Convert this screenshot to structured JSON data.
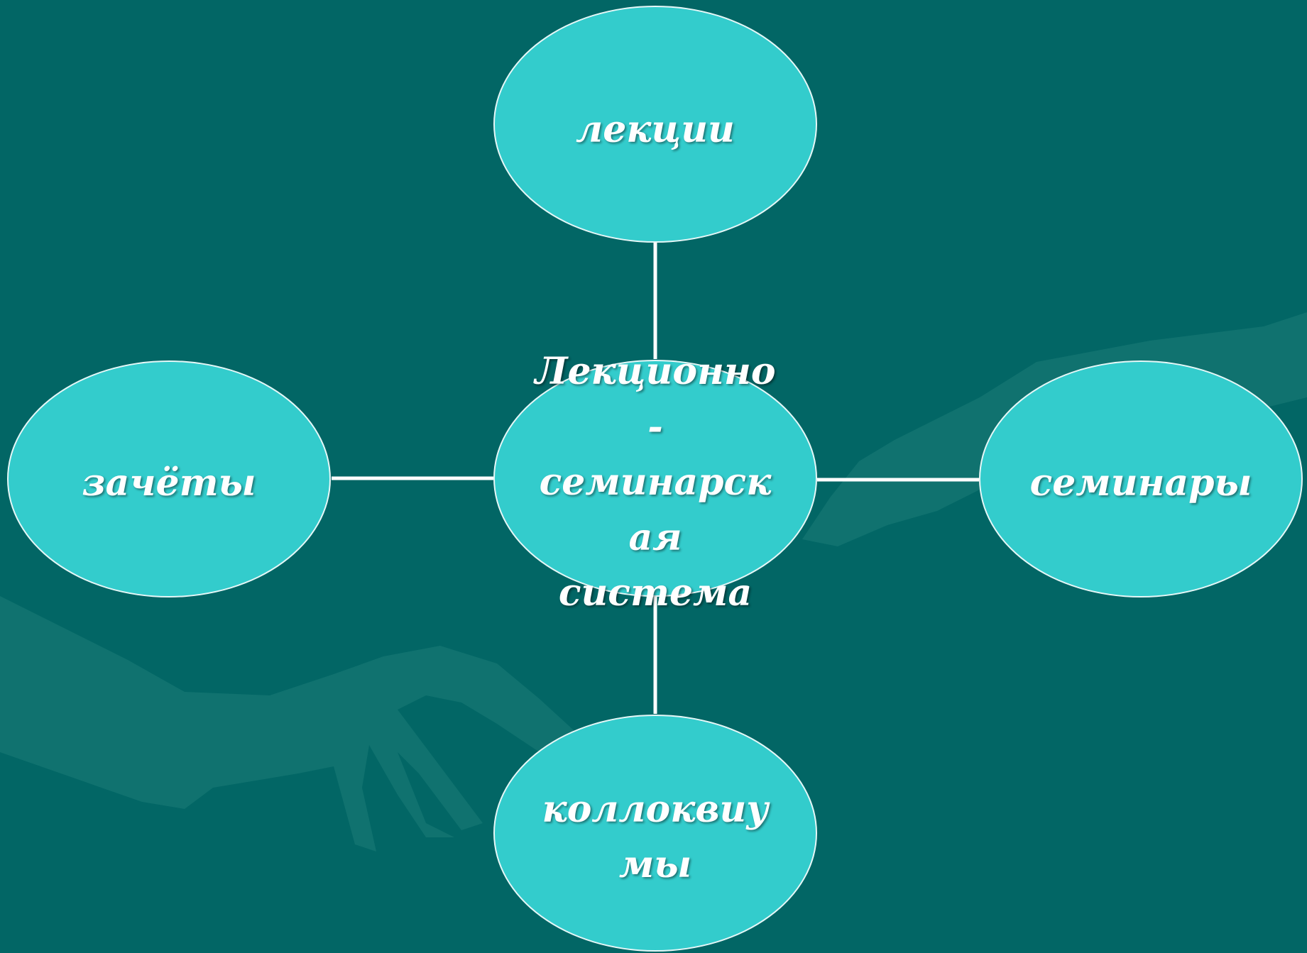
{
  "colors": {
    "background": "#026665",
    "node_fill": "#33cccc",
    "node_stroke": "#e6f7f7",
    "connector": "#ffffff",
    "text": "#ffffff"
  },
  "diagram": {
    "center": {
      "label_lines": [
        "Лекционно",
        "-",
        "семинарск",
        "ая",
        "система"
      ]
    },
    "top": {
      "label": "лекции"
    },
    "left": {
      "label": "зачёты"
    },
    "right": {
      "label": "семинары"
    },
    "bottom": {
      "label_lines": [
        "коллоквиу",
        "мы"
      ]
    }
  }
}
